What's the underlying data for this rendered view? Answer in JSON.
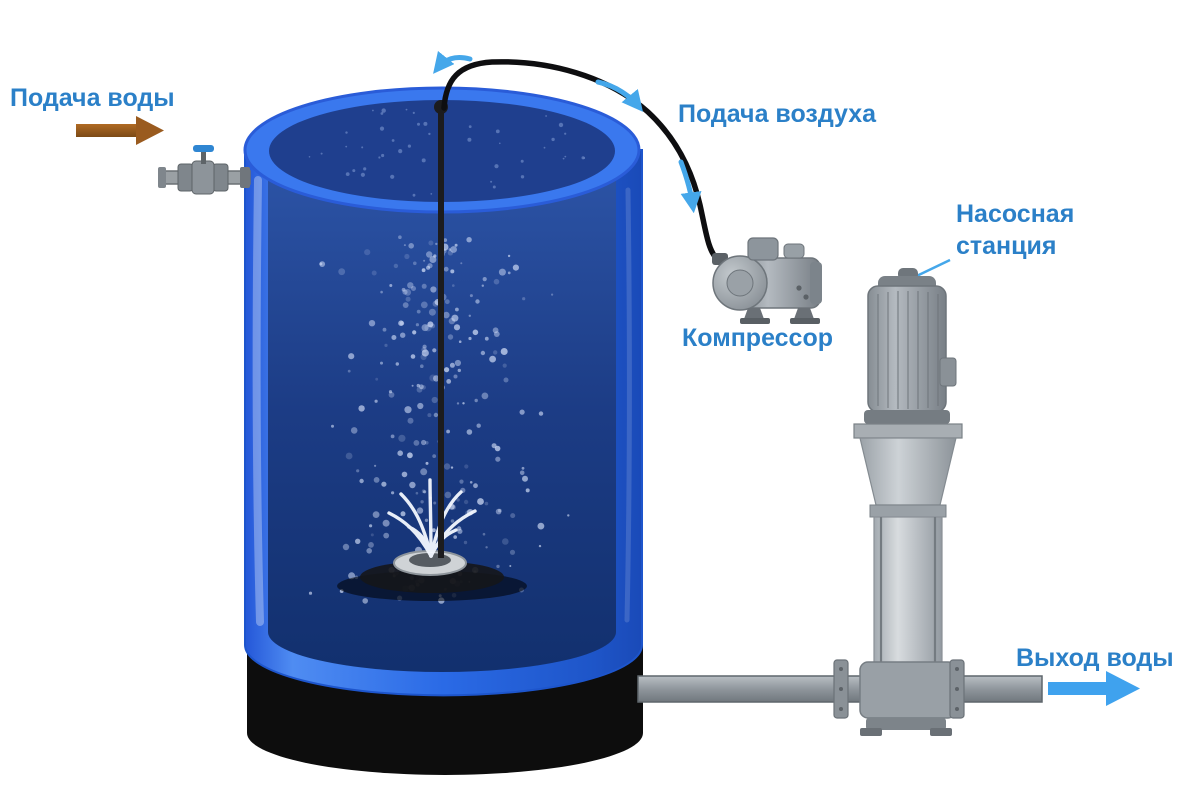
{
  "labels": {
    "water_supply": "Подача воды",
    "air_supply": "Подача воздуха",
    "compressor": "Компрессор",
    "pump_station_line1": "Насосная",
    "pump_station_line2": "станция",
    "water_outlet": "Выход воды"
  },
  "colors": {
    "label_text": "#2b80c8",
    "flow_arrow_blue": "#3fa2ee",
    "water_inlet_arrow_brown": "#9a5b1f",
    "tank_wall_blue": "#2f6fe8",
    "water_deep_blue": "#16346f",
    "tank_base_black": "#0d0d0d",
    "hose_black": "#0e0e10",
    "machine_gray": "#98a0a6"
  }
}
